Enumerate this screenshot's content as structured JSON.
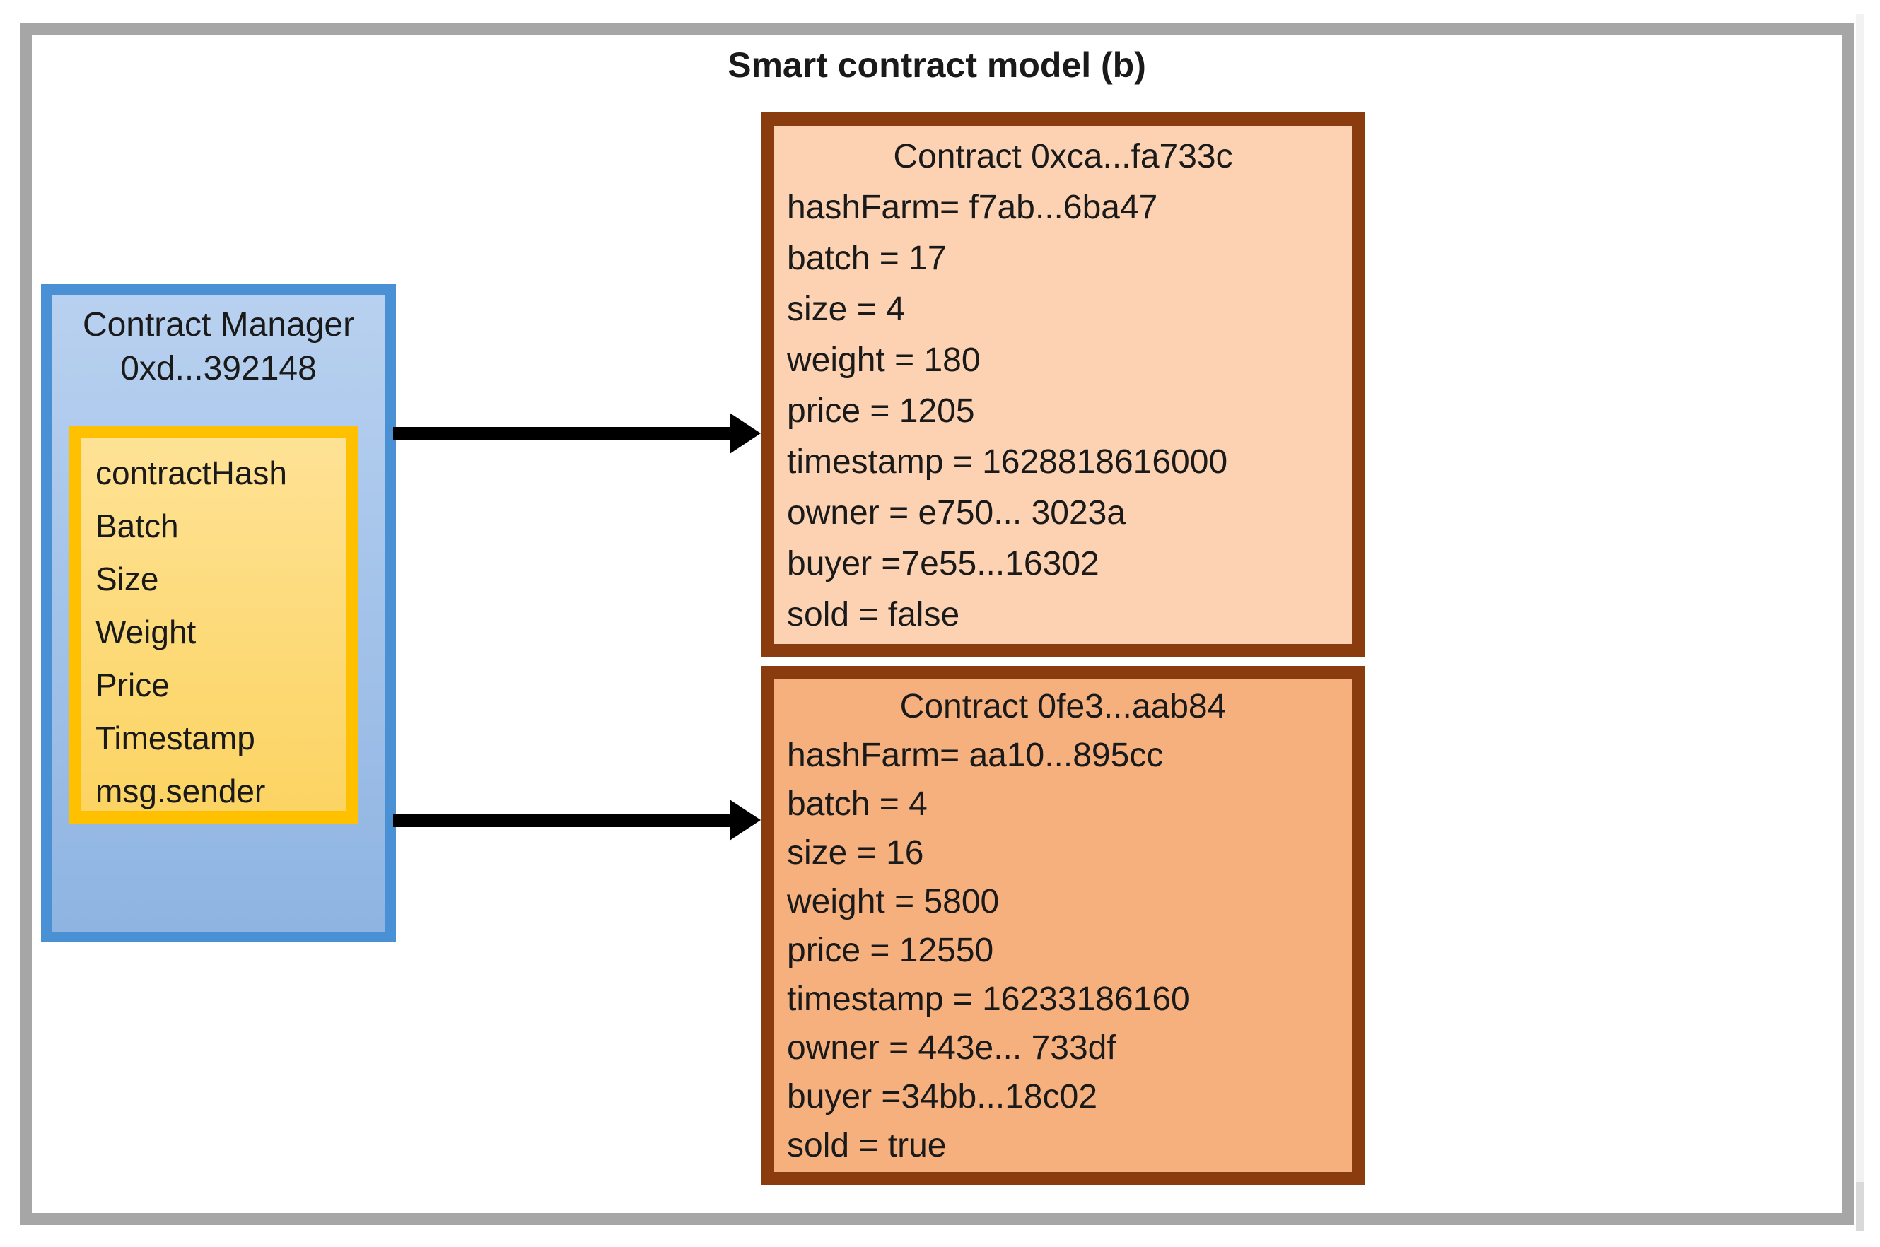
{
  "title": "Smart contract model (b)",
  "manager": {
    "title": "Contract Manager",
    "address": "0xd...392148",
    "fields": [
      "contractHash",
      "Batch",
      "Size",
      "Weight",
      "Price",
      "Timestamp",
      "msg.sender"
    ]
  },
  "contracts": [
    {
      "title": "Contract 0xca...fa733c",
      "fields": [
        "hashFarm= f7ab...6ba47",
        "batch = 17",
        "size = 4",
        "weight = 180",
        "price = 1205",
        "timestamp =  1628818616000",
        "owner = e750... 3023a",
        "buyer =7e55...16302",
        "sold = false"
      ]
    },
    {
      "title": "Contract 0fe3...aab84",
      "fields": [
        "hashFarm= aa10...895cc",
        "batch = 4",
        "size = 16",
        "weight = 5800",
        "price = 12550",
        "timestamp = 16233186160",
        "owner = 443e... 733df",
        "buyer =34bb...18c02",
        "sold = true"
      ]
    }
  ],
  "colors": {
    "frame_gray": "#a6a6a6",
    "manager_border_blue": "#4a90d5",
    "manager_fill_blue": "#a5c4ea",
    "struct_border_gold": "#ffc000",
    "struct_fill_yellow": "#fdda78",
    "contract_border_brown": "#8a3c0e",
    "contract1_fill": "#fcd2b2",
    "contract2_fill": "#f5b07e",
    "arrow_black": "#000000"
  }
}
